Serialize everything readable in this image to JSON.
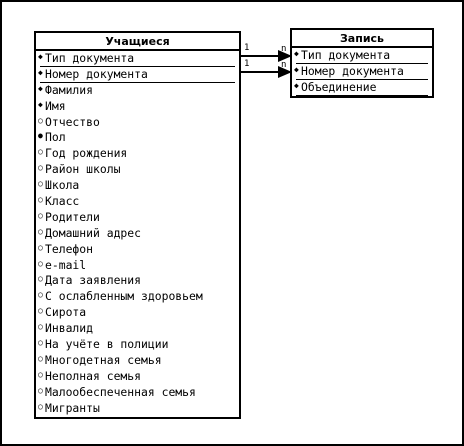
{
  "entities": {
    "students": {
      "title": "Учащиеся",
      "attributes": [
        {
          "name": "Тип документа",
          "key": true,
          "mark": "◆"
        },
        {
          "name": "Номер документа",
          "key": true,
          "mark": "◆"
        },
        {
          "name": "Фамилия",
          "key": false,
          "mark": "◆"
        },
        {
          "name": "Имя",
          "key": false,
          "mark": "◆"
        },
        {
          "name": "Отчество",
          "key": false,
          "mark": "○"
        },
        {
          "name": "Пол",
          "key": false,
          "mark": "●"
        },
        {
          "name": "Год рождения",
          "key": false,
          "mark": "○"
        },
        {
          "name": "Район школы",
          "key": false,
          "mark": "○"
        },
        {
          "name": "Школа",
          "key": false,
          "mark": "○"
        },
        {
          "name": "Класс",
          "key": false,
          "mark": "○"
        },
        {
          "name": "Родители",
          "key": false,
          "mark": "○"
        },
        {
          "name": "Домашний адрес",
          "key": false,
          "mark": "○"
        },
        {
          "name": "Телефон",
          "key": false,
          "mark": "○"
        },
        {
          "name": "e-mail",
          "key": false,
          "mark": "○"
        },
        {
          "name": "Дата заявления",
          "key": false,
          "mark": "○"
        },
        {
          "name": "С ослабленным здоровьем",
          "key": false,
          "mark": "○"
        },
        {
          "name": "Сирота",
          "key": false,
          "mark": "○"
        },
        {
          "name": "Инвалид",
          "key": false,
          "mark": "○"
        },
        {
          "name": "На учёте в полиции",
          "key": false,
          "mark": "○"
        },
        {
          "name": "Многодетная семья",
          "key": false,
          "mark": "○"
        },
        {
          "name": "Неполная семья",
          "key": false,
          "mark": "○"
        },
        {
          "name": "Малообеспеченная семья",
          "key": false,
          "mark": "○"
        },
        {
          "name": "Мигранты",
          "key": false,
          "mark": "○"
        }
      ]
    },
    "record": {
      "title": "Запись",
      "attributes": [
        {
          "name": "Тип документа",
          "key": true,
          "mark": "◆"
        },
        {
          "name": "Номер документа",
          "key": true,
          "mark": "◆"
        },
        {
          "name": "Объединение",
          "key": true,
          "mark": "◆"
        }
      ]
    }
  },
  "relationships": [
    {
      "from_card": "1",
      "to_card": "n"
    },
    {
      "from_card": "1",
      "to_card": "n"
    }
  ]
}
